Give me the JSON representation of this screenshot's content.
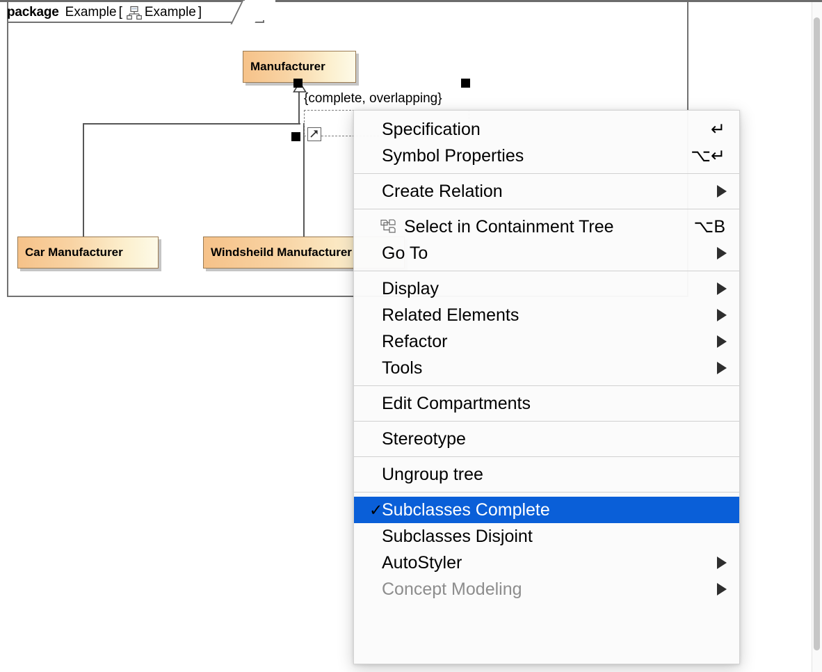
{
  "diagram": {
    "package": {
      "keyword": "package",
      "name": "Example",
      "bracket_open": "[",
      "bracket_close": "]",
      "diagram_name": "Example",
      "icon": "package-diagram-icon"
    },
    "classes": [
      {
        "id": "manufacturer",
        "label": "Manufacturer"
      },
      {
        "id": "car",
        "label": "Car Manufacturer"
      },
      {
        "id": "windsheild",
        "label": "Windsheild Manufacturer"
      }
    ],
    "constraint_label": "{complete, overlapping}",
    "colors": {
      "class_fill_left": "#f6c289",
      "class_fill_right": "#fdfae8",
      "class_border": "#9a7a52",
      "frame_border": "#717171",
      "line": "#565656",
      "handle": "#000000"
    }
  },
  "context_menu": {
    "highlight_color": "#0a5fd8",
    "check_glyph": "✓",
    "groups": [
      {
        "items": [
          {
            "label": "Specification",
            "shortcut": "↵",
            "submenu": false,
            "disabled": false,
            "checked": false,
            "icon": null
          },
          {
            "label": "Symbol Properties",
            "shortcut": "⌥↵",
            "submenu": false,
            "disabled": false,
            "checked": false,
            "icon": null
          }
        ]
      },
      {
        "items": [
          {
            "label": "Create Relation",
            "shortcut": "",
            "submenu": true,
            "disabled": false,
            "checked": false,
            "icon": null
          }
        ]
      },
      {
        "items": [
          {
            "label": "Select in Containment Tree",
            "shortcut": "⌥B",
            "submenu": false,
            "disabled": false,
            "checked": false,
            "icon": "containment-tree-icon"
          },
          {
            "label": "Go To",
            "shortcut": "",
            "submenu": true,
            "disabled": false,
            "checked": false,
            "icon": null
          }
        ]
      },
      {
        "items": [
          {
            "label": "Display",
            "shortcut": "",
            "submenu": true,
            "disabled": false,
            "checked": false,
            "icon": null
          },
          {
            "label": "Related Elements",
            "shortcut": "",
            "submenu": true,
            "disabled": false,
            "checked": false,
            "icon": null
          },
          {
            "label": "Refactor",
            "shortcut": "",
            "submenu": true,
            "disabled": false,
            "checked": false,
            "icon": null
          },
          {
            "label": "Tools",
            "shortcut": "",
            "submenu": true,
            "disabled": false,
            "checked": false,
            "icon": null
          }
        ]
      },
      {
        "items": [
          {
            "label": "Edit Compartments",
            "shortcut": "",
            "submenu": false,
            "disabled": false,
            "checked": false,
            "icon": null
          }
        ]
      },
      {
        "items": [
          {
            "label": "Stereotype",
            "shortcut": "",
            "submenu": false,
            "disabled": false,
            "checked": false,
            "icon": null
          }
        ]
      },
      {
        "items": [
          {
            "label": "Ungroup tree",
            "shortcut": "",
            "submenu": false,
            "disabled": false,
            "checked": false,
            "icon": null
          }
        ]
      },
      {
        "items": [
          {
            "label": "Subclasses Complete",
            "shortcut": "",
            "submenu": false,
            "disabled": false,
            "checked": true,
            "icon": null
          },
          {
            "label": "Subclasses Disjoint",
            "shortcut": "",
            "submenu": false,
            "disabled": false,
            "checked": false,
            "icon": null
          },
          {
            "label": "AutoStyler",
            "shortcut": "",
            "submenu": true,
            "disabled": false,
            "checked": false,
            "icon": null
          },
          {
            "label": "Concept Modeling",
            "shortcut": "",
            "submenu": true,
            "disabled": true,
            "checked": false,
            "icon": null
          }
        ]
      }
    ]
  }
}
